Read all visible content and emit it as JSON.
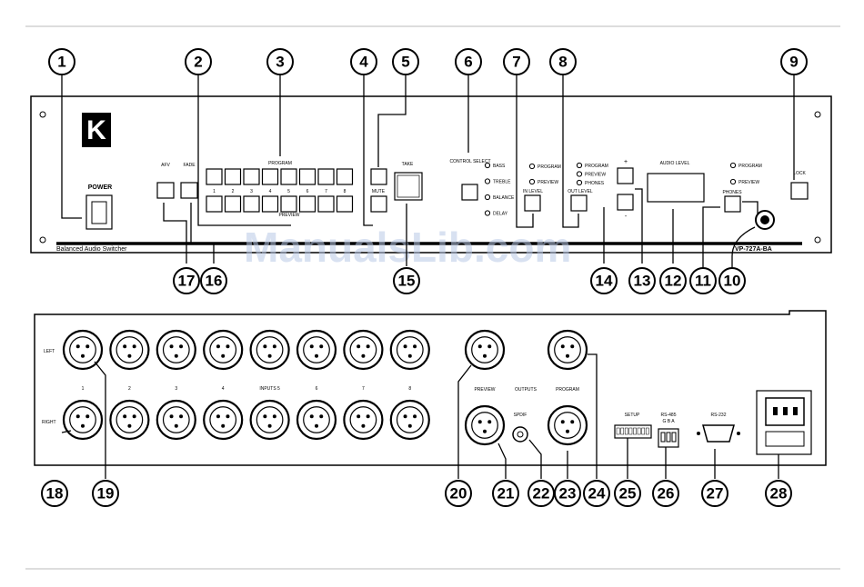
{
  "watermark": "ManualsLib.com",
  "front": {
    "power_label": "POWER",
    "brand_mark": "K",
    "subtitle": "Balanced Audio Switcher",
    "model": "VP-727A-BA",
    "afv_label": "AFV",
    "fade_label": "FADE",
    "program_label": "PROGRAM",
    "preview_label": "PREVIEW",
    "mute_label": "MUTE",
    "take_label": "TAKE",
    "control_select_label": "CONTROL SELECT",
    "control_options": [
      "BASS",
      "TREBLE",
      "BALANCE",
      "DELAY"
    ],
    "in_level_label": "IN LEVEL",
    "in_options": [
      "PROGRAM",
      "PREVIEW"
    ],
    "out_level_label": "OUT LEVEL",
    "out_options": [
      "PROGRAM",
      "PREVIEW",
      "PHONES"
    ],
    "plus_label": "+",
    "minus_label": "-",
    "audio_level_label": "AUDIO LEVEL",
    "phones_label": "PHONES",
    "phones_options": [
      "PROGRAM",
      "PREVIEW"
    ],
    "lock_label": "LOCK",
    "input_numbers": [
      "1",
      "2",
      "3",
      "4",
      "5",
      "6",
      "7",
      "8"
    ]
  },
  "rear": {
    "left_label": "LEFT",
    "right_label": "RIGHT",
    "input_numbers": [
      "1",
      "2",
      "3",
      "4",
      "INPUTS 5",
      "6",
      "7",
      "8"
    ],
    "preview_label": "PREVIEW",
    "outputs_label": "OUTPUTS",
    "program_label": "PROGRAM",
    "spdif_label": "SPDIF",
    "setup_label": "SETUP",
    "rs485_label": "RS-485",
    "rs485_sub": "G B A",
    "rs232_label": "RS-232"
  },
  "callouts_top": [
    "1",
    "2",
    "3",
    "4",
    "5",
    "6",
    "7",
    "8",
    "9"
  ],
  "callouts_front_bottom": [
    "17",
    "16",
    "15",
    "14",
    "13",
    "12",
    "11",
    "10"
  ],
  "callouts_rear_bottom": [
    "18",
    "19",
    "20",
    "21",
    "22",
    "23",
    "24",
    "25",
    "26",
    "27",
    "28"
  ]
}
